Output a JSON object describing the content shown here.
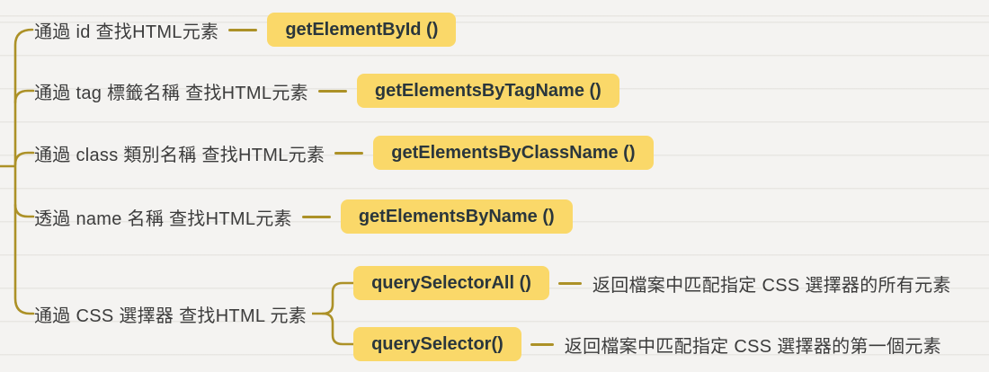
{
  "theme": {
    "background_color": "#f4f3f1",
    "connector_color": "#ac9127",
    "node_fill_color": "#fad869",
    "node_text_color": "#2a363c",
    "label_text_color": "#3c3c3c"
  },
  "branches": [
    {
      "label": "通過 id 查找HTML元素",
      "method": "getElementById ()"
    },
    {
      "label": "通過 tag 標籤名稱 查找HTML元素",
      "method": "getElementsByTagName ()"
    },
    {
      "label": "通過 class 類別名稱 查找HTML元素",
      "method": "getElementsByClassName ()"
    },
    {
      "label": "透過 name 名稱 查找HTML元素",
      "method": "getElementsByName ()"
    },
    {
      "label": "通過 CSS 選擇器 查找HTML 元素",
      "children": [
        {
          "method": "querySelectorAll ()",
          "description": "返回檔案中匹配指定 CSS 選擇器的所有元素"
        },
        {
          "method": "querySelector()",
          "description": "返回檔案中匹配指定 CSS 選擇器的第一個元素"
        }
      ]
    }
  ]
}
